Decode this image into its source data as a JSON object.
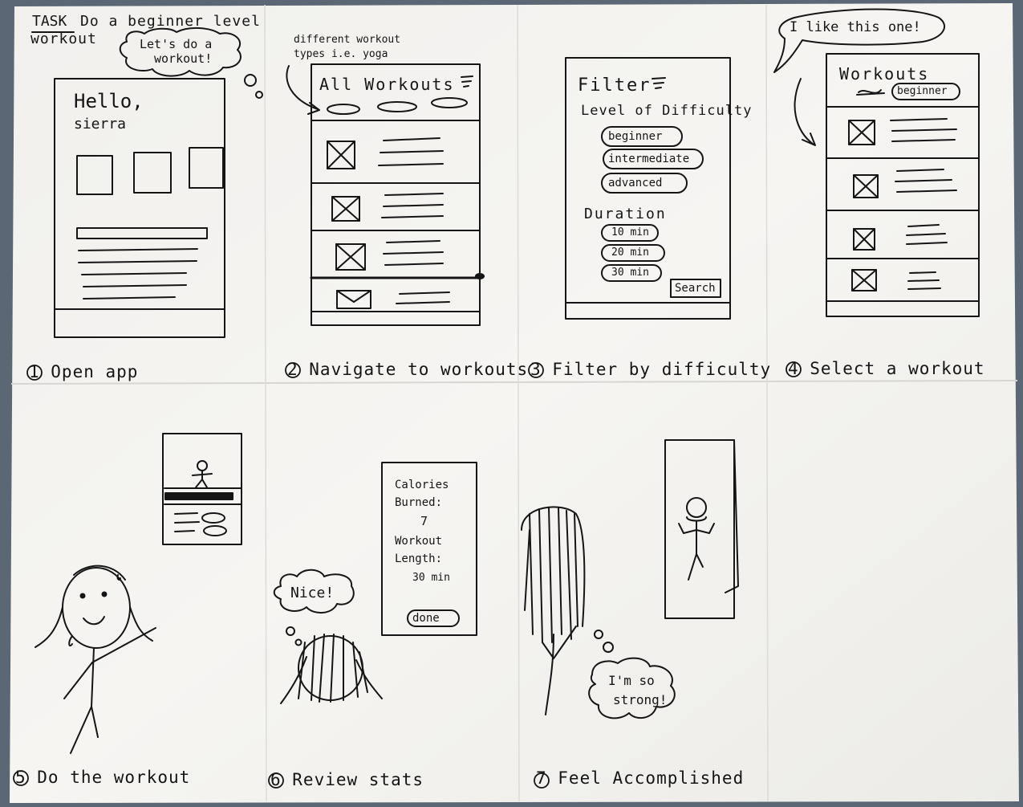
{
  "task": {
    "label": "TASK",
    "text_line1": "Do a beginner level",
    "text_line2": "workout"
  },
  "thoughts": {
    "lets_do_line1": "Let's do a",
    "lets_do_line2": "workout!",
    "i_like": "I like this one!",
    "nice": "Nice!",
    "strong_line1": "I'm so",
    "strong_line2": "strong!"
  },
  "annotation": {
    "line1": "different workout",
    "line2": "types i.e. yoga"
  },
  "frame1": {
    "greeting": "Hello,",
    "name": "sierra"
  },
  "frame2": {
    "title": "All Workouts"
  },
  "frame3": {
    "title": "Filter",
    "difficulty_label": "Level of Difficulty",
    "difficulty_options": [
      "beginner",
      "intermediate",
      "advanced"
    ],
    "duration_label": "Duration",
    "duration_options": [
      "10 min",
      "20 min",
      "30 min"
    ],
    "search_label": "Search"
  },
  "frame4": {
    "title": "Workouts",
    "chip": "beginner"
  },
  "frame6": {
    "calories_line1": "Calories",
    "calories_line2": "Burned:",
    "calories_value": "7",
    "length_line1": "Workout",
    "length_line2": "Length:",
    "length_value": "30 min",
    "done_label": "done"
  },
  "captions": [
    "1 Open app",
    "2 Navigate to workouts",
    "3 Filter by difficulty",
    "4 Select a workout",
    "5 Do the workout",
    "6 Review stats",
    "7 Feel Accomplished"
  ],
  "colors": {
    "paper": "#f4f3f0",
    "ink": "#151515",
    "background": "#5b6774"
  }
}
